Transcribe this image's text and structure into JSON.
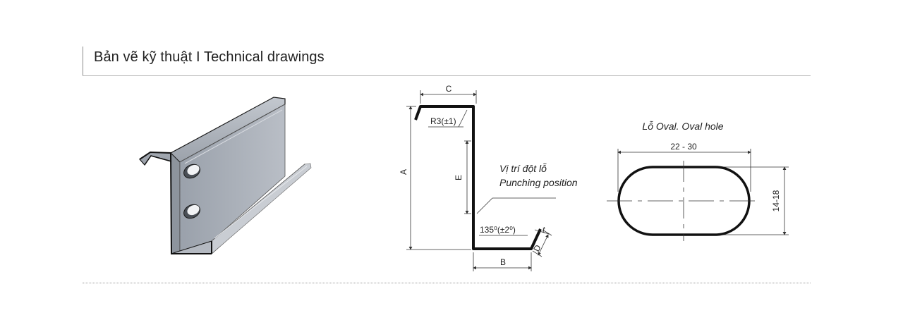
{
  "header": {
    "title": "Bản vẽ kỹ thuật I Technical drawings"
  },
  "profile_drawing": {
    "dim_c": "C",
    "dim_a": "A",
    "dim_e": "E",
    "dim_b": "B",
    "dim_d": "D",
    "dim_t": "t",
    "radius": "R3(±1)",
    "angle": "135⁰(±2⁰)",
    "punching_vi": "Vị trí đột lỗ",
    "punching_en": "Punching position"
  },
  "oval_hole": {
    "title": "Lỗ Oval. Oval hole",
    "width": "22 - 30",
    "height": "14-18"
  },
  "colors": {
    "steel": "#a7adb6",
    "steel_dark": "#7e858f",
    "outline": "#111111",
    "dim_line": "#333333"
  }
}
